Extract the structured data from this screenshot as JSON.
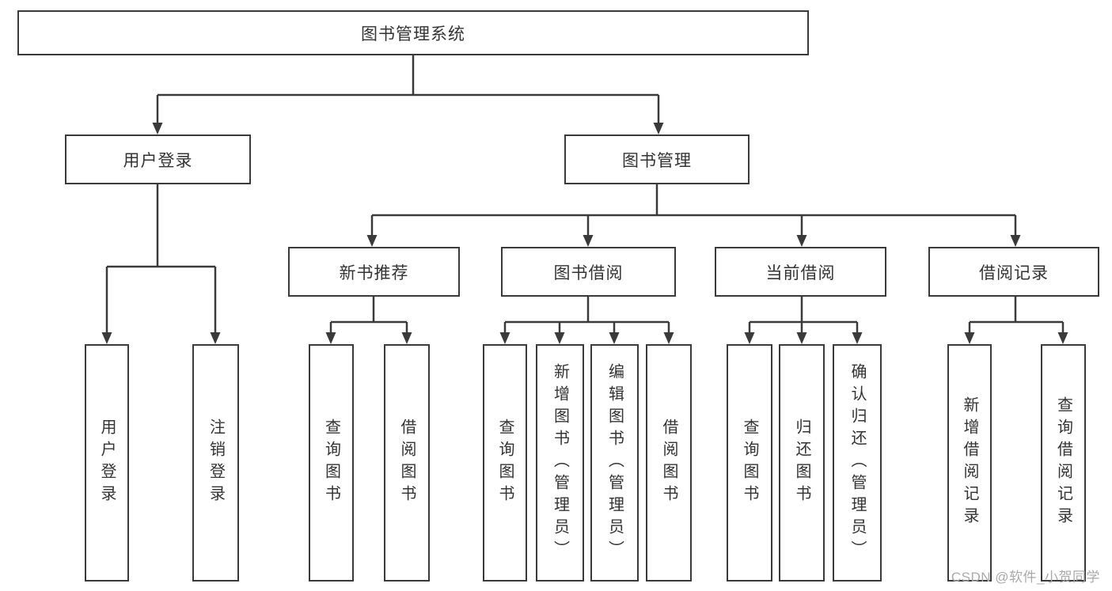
{
  "colors": {
    "line": "#3a3a3a",
    "box_border": "#3a3a3a",
    "text": "#333333",
    "watermark_text": "#a9a9a9",
    "background": "#ffffff"
  },
  "watermark": "CSDN @软件_小贺同学",
  "diagram": {
    "type": "tree",
    "root": {
      "label": "图书管理系统"
    },
    "branches": [
      {
        "label": "用户登录",
        "children": [
          {
            "label": "用户登录"
          },
          {
            "label": "注销登录"
          }
        ]
      },
      {
        "label": "图书管理",
        "children": [
          {
            "label": "新书推荐",
            "children": [
              {
                "label": "查询图书"
              },
              {
                "label": "借阅图书"
              }
            ]
          },
          {
            "label": "图书借阅",
            "children": [
              {
                "label": "查询图书"
              },
              {
                "label": "新增图书（管理员）"
              },
              {
                "label": "编辑图书（管理员）"
              },
              {
                "label": "借阅图书"
              }
            ]
          },
          {
            "label": "当前借阅",
            "children": [
              {
                "label": "查询图书"
              },
              {
                "label": "归还图书"
              },
              {
                "label": "确认归还（管理员）"
              }
            ]
          },
          {
            "label": "借阅记录",
            "children": [
              {
                "label": "新增借阅记录"
              },
              {
                "label": "查询借阅记录"
              }
            ]
          }
        ]
      }
    ]
  }
}
